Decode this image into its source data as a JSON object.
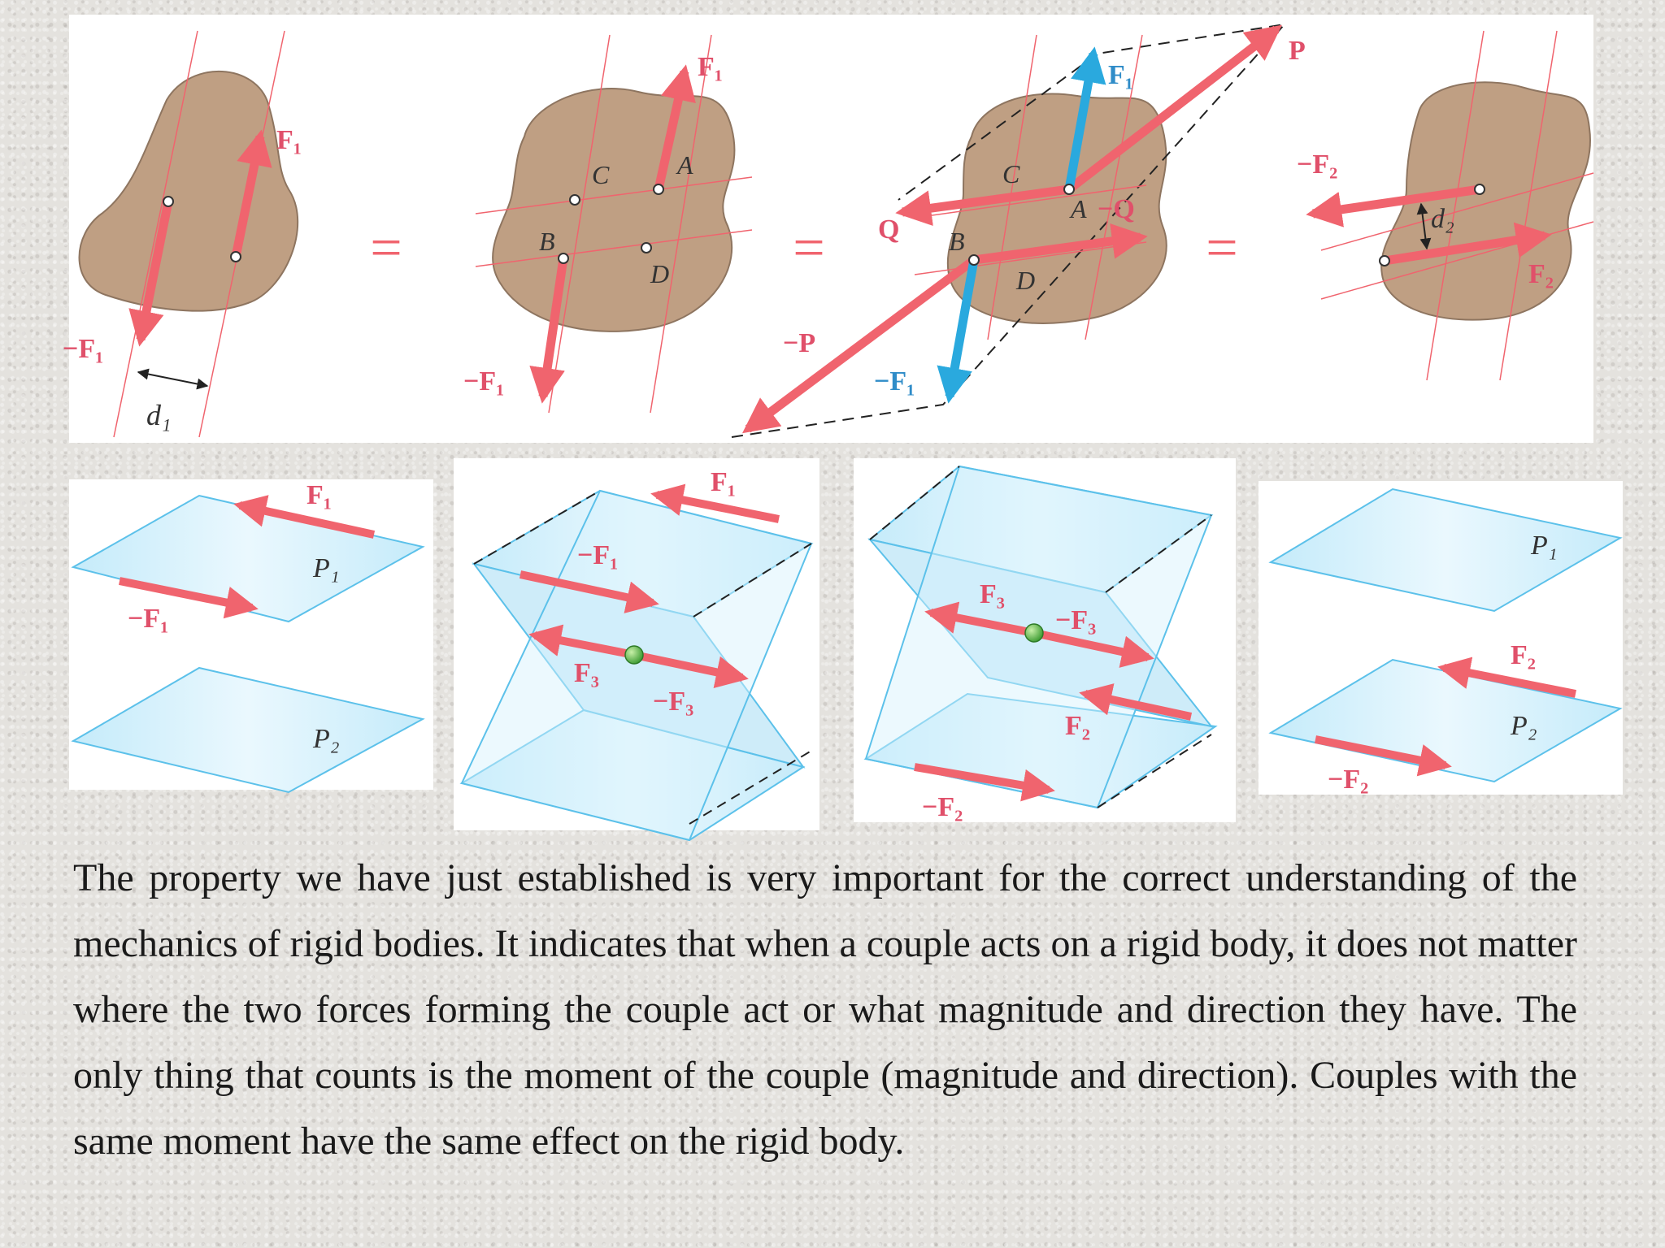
{
  "colors": {
    "force_red": "#f0646e",
    "force_blue": "#2aa9de",
    "body_tan": "#bf9f83",
    "plane_blue": "#cdeefb",
    "label_red": "#e0506a",
    "label_blue": "#2f8cc8"
  },
  "top_figure": {
    "equals": "=",
    "panel1": {
      "f1": "F₁",
      "neg_f1": "−F₁",
      "d1": "d₁"
    },
    "panel2": {
      "f1": "F₁",
      "neg_f1": "−F₁",
      "a": "A",
      "b": "B",
      "c": "C",
      "d": "D"
    },
    "panel3": {
      "p": "P",
      "neg_p": "−P",
      "q": "Q",
      "neg_q": "−Q",
      "f1": "F₁",
      "neg_f1": "−F₁",
      "a": "A",
      "b": "B",
      "c": "C",
      "d": "D"
    },
    "panel4": {
      "f2": "F₂",
      "neg_f2": "−F₂",
      "d2": "d₂"
    }
  },
  "bottom_figure": {
    "panel1": {
      "f1": "F₁",
      "neg_f1": "−F₁",
      "p1": "P₁",
      "p2": "P₂"
    },
    "panel2": {
      "f1": "F₁",
      "neg_f1": "−F₁",
      "f3": "F₃",
      "neg_f3": "−F₃"
    },
    "panel3": {
      "f3": "F₃",
      "neg_f3": "−F₃",
      "f2": "F₂",
      "neg_f2": "−F₂"
    },
    "panel4": {
      "p1": "P₁",
      "p2": "P₂",
      "f2": "F₂",
      "neg_f2": "−F₂"
    }
  },
  "paragraph": "The property we have just established is very important for the correct understanding of the mechanics of rigid bodies. It indicates that when a couple acts on a rigid body, it does not matter where the two forces forming the couple act or what magnitude and direction they have. The only thing that counts is the moment of the couple (magnitude and direction). Couples with the same moment have the same effect on the rigid body."
}
